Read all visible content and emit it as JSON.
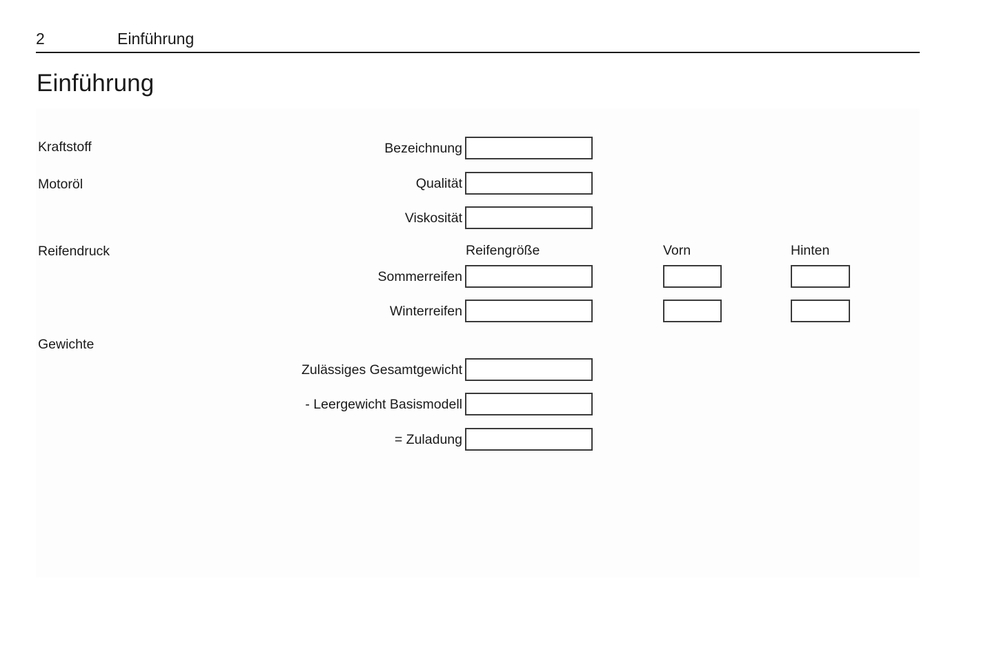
{
  "header": {
    "page_number": "2",
    "running_title": "Einführung"
  },
  "page_title": "Einführung",
  "sections": {
    "fuel": {
      "label": "Kraftstoff"
    },
    "engine_oil": {
      "label": "Motoröl"
    },
    "tire_pressure": {
      "label": "Reifendruck"
    },
    "weights": {
      "label": "Gewichte"
    }
  },
  "tire_columns": {
    "size": "Reifengröße",
    "front": "Vorn",
    "rear": "Hinten"
  },
  "fields": {
    "designation": {
      "label": "Bezeichnung",
      "value": ""
    },
    "quality": {
      "label": "Qualität",
      "value": ""
    },
    "viscosity": {
      "label": "Viskosität",
      "value": ""
    },
    "summer_tires": {
      "label": "Sommerreifen",
      "size": "",
      "front": "",
      "rear": ""
    },
    "winter_tires": {
      "label": "Winterreifen",
      "size": "",
      "front": "",
      "rear": ""
    },
    "gross_weight": {
      "label": "Zulässiges Gesamtgewicht",
      "value": ""
    },
    "kerb_weight": {
      "label": "- Leergewicht Basismodell",
      "value": ""
    },
    "payload": {
      "label": "= Zuladung",
      "value": ""
    }
  },
  "colors": {
    "text": "#1a1a1a",
    "rule": "#1a1a1a",
    "box_border": "#3a3a3a",
    "panel_background": "#fdfdfd",
    "page_background": "#ffffff"
  }
}
